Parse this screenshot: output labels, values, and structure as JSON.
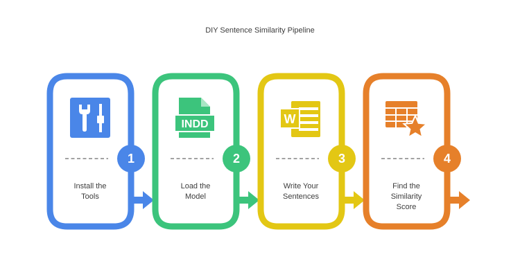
{
  "title": "DIY Sentence Similarity Pipeline",
  "steps": [
    {
      "number": "1",
      "label": "Install the\nTools",
      "color": "#4a86e8",
      "icon": "tools-icon"
    },
    {
      "number": "2",
      "label": "Load the\nModel",
      "color": "#3cc47c",
      "icon": "indd-file-icon",
      "icon_text": "INDD"
    },
    {
      "number": "3",
      "label": "Write Your\nSentences",
      "color": "#e3c714",
      "icon": "word-document-icon",
      "icon_text": "W"
    },
    {
      "number": "4",
      "label": "Find the\nSimilarity\nScore",
      "color": "#e6802a",
      "icon": "table-star-icon"
    }
  ]
}
